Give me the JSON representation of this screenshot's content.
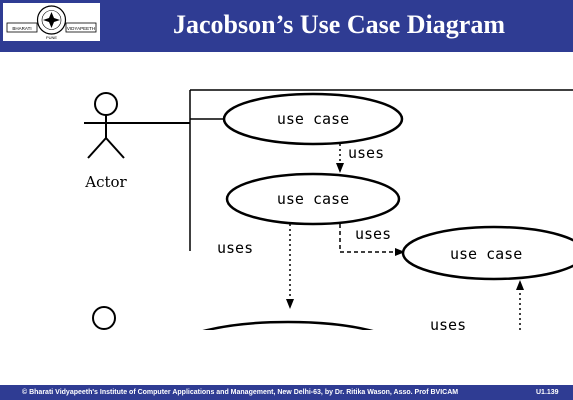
{
  "header": {
    "title": "Jacobson’s Use Case Diagram",
    "logo_left_text": "BHARATI",
    "logo_right_text": "VIDYAPEETH",
    "logo_bottom_text": "PUNE"
  },
  "diagram": {
    "actor_label": "Actor",
    "use_case_top": "use case",
    "use_case_middle": "use case",
    "use_case_right": "use case",
    "uses_label_1": "uses",
    "uses_label_2": "uses",
    "uses_label_3": "uses",
    "uses_label_4": "uses"
  },
  "footer": {
    "credit": "© Bharati Vidyapeeth's Institute of Computer Applications and Management, New Delhi-63, by Dr. Ritika Wason, Asso. Prof BVICAM",
    "slide_number": "U1.139"
  },
  "colors": {
    "header_bg": "#2f3c93",
    "header_text": "#ffffff",
    "diagram_ink": "#000000"
  }
}
